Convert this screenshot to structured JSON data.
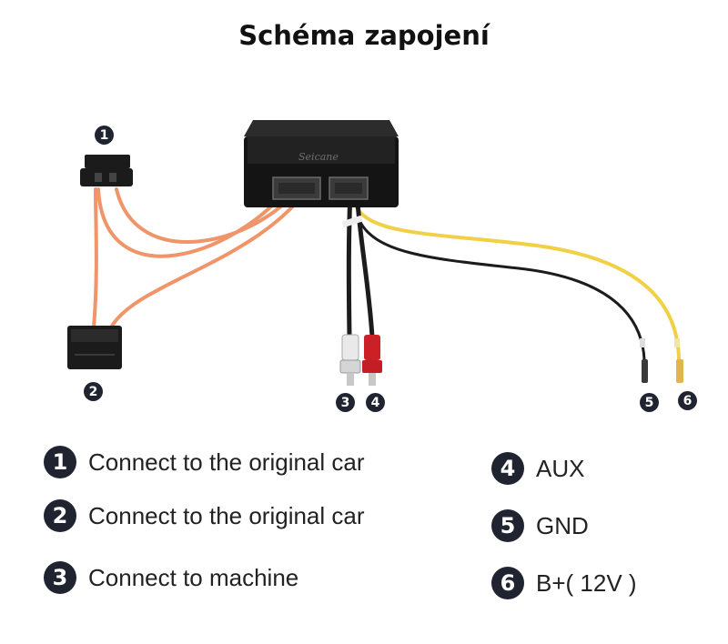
{
  "title": "Schéma zapojení",
  "device": {
    "brand": "Seicane"
  },
  "callouts": [
    "1",
    "2",
    "3",
    "4",
    "5",
    "6"
  ],
  "legend": [
    {
      "num": "1",
      "text": "Connect to the original car"
    },
    {
      "num": "2",
      "text": "Connect to the original car"
    },
    {
      "num": "3",
      "text": "Connect to machine"
    },
    {
      "num": "4",
      "text": "AUX"
    },
    {
      "num": "5",
      "text": "GND"
    },
    {
      "num": "6",
      "text": "B+( 12V )"
    }
  ],
  "colors": {
    "fiber": "#f0956a",
    "wire_yellow": "#f1d046",
    "wire_black": "#1c1c1c",
    "rca_white": "#e9e9e9",
    "rca_red": "#cc2027",
    "badge": "#1f2430"
  }
}
